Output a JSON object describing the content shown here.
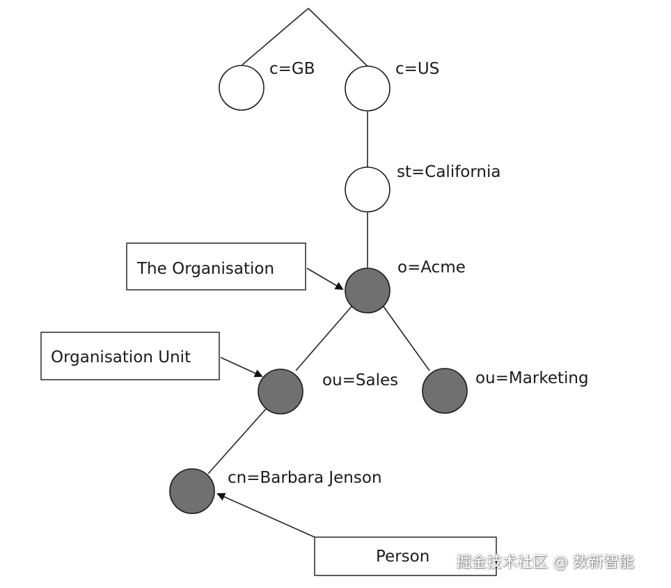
{
  "colors": {
    "node_plain_fill": "#ffffff",
    "node_entity_fill": "#707070",
    "stroke": "#1a1a1a"
  },
  "nodes": {
    "gb": "c=GB",
    "us": "c=US",
    "california": "st=California",
    "acme": "o=Acme",
    "sales": "ou=Sales",
    "marketing": "ou=Marketing",
    "barbara": "cn=Barbara Jenson"
  },
  "callouts": {
    "organisation": "The Organisation",
    "org_unit": "Organisation Unit",
    "person": "Person"
  },
  "watermark": "掘金技术社区 @ 数新智能"
}
